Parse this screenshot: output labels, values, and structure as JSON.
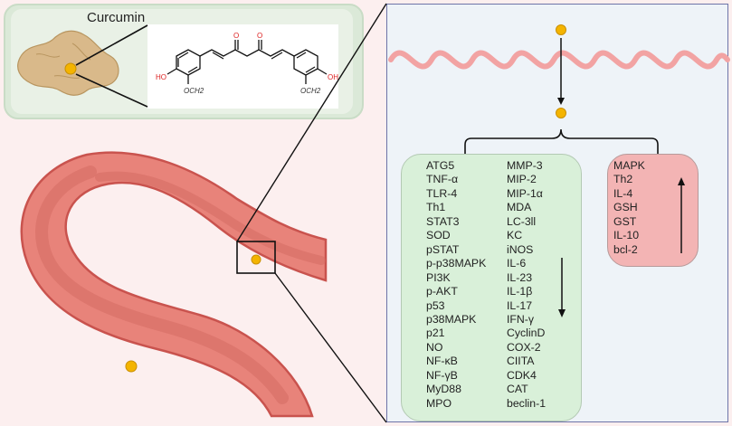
{
  "title": "Curcumin",
  "mol_labels": {
    "o1": "O",
    "o2": "O",
    "ho": "HO",
    "oh": "OH",
    "och2_left": "OCH2",
    "och2_right": "OCH2"
  },
  "list_left": [
    "ATG5",
    "TNF-α",
    "TLR-4",
    "Th1",
    "STAT3",
    "SOD",
    "pSTAT",
    "p-p38MAPK",
    "PI3K",
    "p-AKT",
    "p53",
    "p38MAPK",
    "p21",
    "NO",
    "NF-κB",
    "NF-γB",
    "MyD88",
    "MPO"
  ],
  "list_middle": [
    "MMP-3",
    "MIP-2",
    "MIP-1α",
    "MDA",
    "LC-3ll",
    "KC",
    "iNOS",
    "IL-6",
    "IL-23",
    "IL-1β",
    "IL-17",
    "IFN-γ",
    "CyclinD",
    "COX-2",
    "CIITA",
    "CDK4",
    "CAT",
    "beclin-1"
  ],
  "list_up": [
    "MAPK",
    "Th2",
    "IL-4",
    "GSH",
    "GST",
    "IL-10",
    "bcl-2"
  ],
  "colors": {
    "intestine": "#e8837a",
    "intestine_dark": "#c9534e",
    "dot": "#f4b400",
    "membrane": "#f2a3a3",
    "panel_border": "#6d74a8"
  }
}
